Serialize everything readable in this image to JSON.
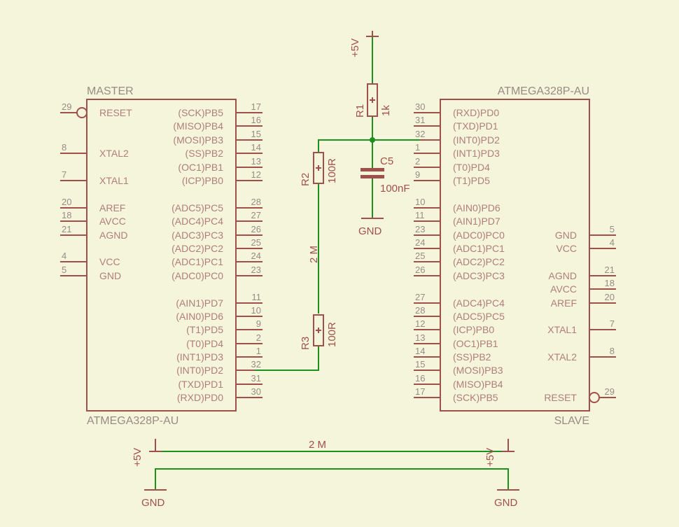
{
  "master": {
    "name": "MASTER",
    "part": "ATMEGA328P-AU",
    "left_pins": [
      {
        "num": "29",
        "name": "RESET"
      },
      {
        "num": "8",
        "name": "XTAL2"
      },
      {
        "num": "7",
        "name": "XTAL1"
      },
      {
        "num": "20",
        "name": "AREF"
      },
      {
        "num": "18",
        "name": "AVCC"
      },
      {
        "num": "21",
        "name": "AGND"
      },
      {
        "num": "4",
        "name": "VCC"
      },
      {
        "num": "5",
        "name": "GND"
      }
    ],
    "right_pins": [
      {
        "num": "17",
        "name": "(SCK)PB5"
      },
      {
        "num": "16",
        "name": "(MISO)PB4"
      },
      {
        "num": "15",
        "name": "(MOSI)PB3"
      },
      {
        "num": "14",
        "name": "(SS)PB2"
      },
      {
        "num": "13",
        "name": "(OC1)PB1"
      },
      {
        "num": "12",
        "name": "(ICP)PB0"
      },
      {
        "num": "28",
        "name": "(ADC5)PC5"
      },
      {
        "num": "27",
        "name": "(ADC4)PC4"
      },
      {
        "num": "26",
        "name": "(ADC3)PC3"
      },
      {
        "num": "25",
        "name": "(ADC2)PC2"
      },
      {
        "num": "24",
        "name": "(ADC1)PC1"
      },
      {
        "num": "23",
        "name": "(ADC0)PC0"
      },
      {
        "num": "11",
        "name": "(AIN1)PD7"
      },
      {
        "num": "10",
        "name": "(AIN0)PD6"
      },
      {
        "num": "9",
        "name": "(T1)PD5"
      },
      {
        "num": "2",
        "name": "(T0)PD4"
      },
      {
        "num": "1",
        "name": "(INT1)PD3"
      },
      {
        "num": "32",
        "name": "(INT0)PD2"
      },
      {
        "num": "31",
        "name": "(TXD)PD1"
      },
      {
        "num": "30",
        "name": "(RXD)PD0"
      }
    ]
  },
  "slave": {
    "name": "SLAVE",
    "part": "ATMEGA328P-AU",
    "left_pins": [
      {
        "num": "30",
        "name": "(RXD)PD0"
      },
      {
        "num": "31",
        "name": "(TXD)PD1"
      },
      {
        "num": "32",
        "name": "(INT0)PD2"
      },
      {
        "num": "1",
        "name": "(INT1)PD3"
      },
      {
        "num": "2",
        "name": "(T0)PD4"
      },
      {
        "num": "9",
        "name": "(T1)PD5"
      },
      {
        "num": "10",
        "name": "(AIN0)PD6"
      },
      {
        "num": "11",
        "name": "(AIN1)PD7"
      },
      {
        "num": "23",
        "name": "(ADC0)PC0"
      },
      {
        "num": "24",
        "name": "(ADC1)PC1"
      },
      {
        "num": "25",
        "name": "(ADC2)PC2"
      },
      {
        "num": "26",
        "name": "(ADC3)PC3"
      },
      {
        "num": "27",
        "name": "(ADC4)PC4"
      },
      {
        "num": "28",
        "name": "(ADC5)PC5"
      },
      {
        "num": "12",
        "name": "(ICP)PB0"
      },
      {
        "num": "13",
        "name": "(OC1)PB1"
      },
      {
        "num": "14",
        "name": "(SS)PB2"
      },
      {
        "num": "15",
        "name": "(MOSI)PB3"
      },
      {
        "num": "16",
        "name": "(MISO)PB4"
      },
      {
        "num": "17",
        "name": "(SCK)PB5"
      }
    ],
    "right_pins": [
      {
        "num": "5",
        "name": "GND"
      },
      {
        "num": "4",
        "name": "VCC"
      },
      {
        "num": "21",
        "name": "AGND"
      },
      {
        "num": "18",
        "name": "AVCC"
      },
      {
        "num": "20",
        "name": "AREF"
      },
      {
        "num": "7",
        "name": "XTAL1"
      },
      {
        "num": "8",
        "name": "XTAL2"
      },
      {
        "num": "29",
        "name": "RESET"
      }
    ]
  },
  "components": {
    "r1": {
      "ref": "R1",
      "value": "1k"
    },
    "r2": {
      "ref": "R2",
      "value": "100R"
    },
    "r3": {
      "ref": "R3",
      "value": "100R"
    },
    "c5": {
      "ref": "C5",
      "value": "100nF"
    }
  },
  "nets": {
    "vcc_label": "+5V",
    "gnd_label": "GND",
    "wire_label": "2 M"
  },
  "colors": {
    "background": "#f5f5dc",
    "component": "#a0504a",
    "wire": "#1f8f1f",
    "label": "#9a8a84"
  }
}
